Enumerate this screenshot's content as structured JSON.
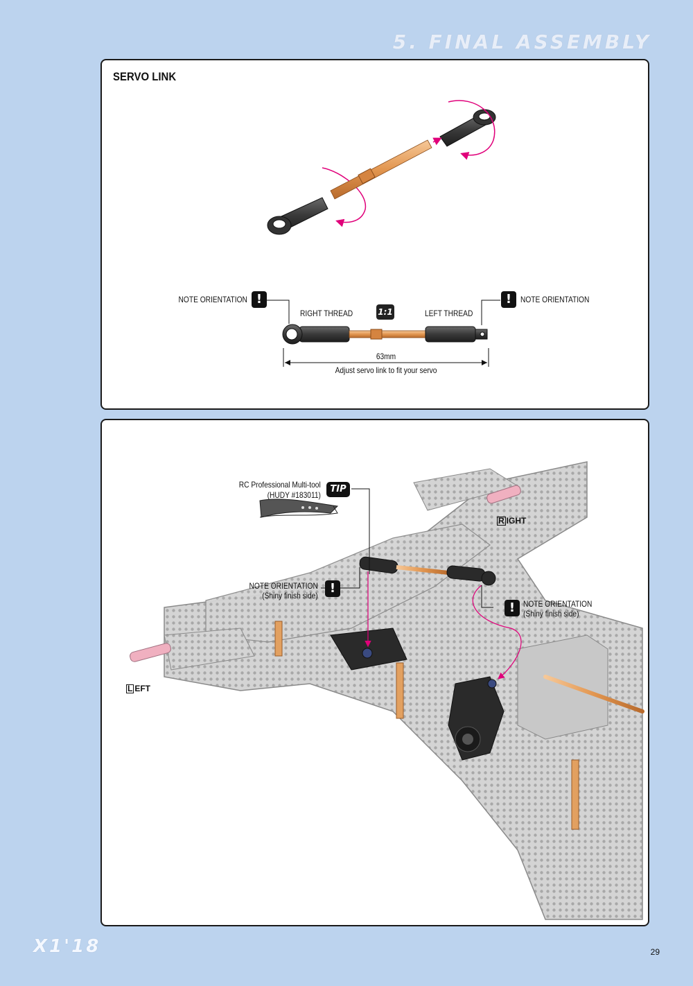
{
  "header": {
    "section_title": "5. FINAL ASSEMBLY"
  },
  "panel1": {
    "title": "SERVO LINK",
    "note_left": "NOTE ORIENTATION",
    "note_right": "NOTE ORIENTATION",
    "right_thread": "RIGHT THREAD",
    "left_thread": "LEFT THREAD",
    "scale_badge": "1:1",
    "length": "63mm",
    "adjust_note": "Adjust servo link to fit your servo"
  },
  "panel2": {
    "tool_name": "RC Professional Multi-tool",
    "tool_part": "(HUDY #183011)",
    "tip_badge": "TIP",
    "note1_title": "NOTE ORIENTATION",
    "note1_sub": "(Shiny finish side)",
    "note2_title": "NOTE ORIENTATION",
    "note2_sub": "(Shiny finish side)",
    "right_cap": "R",
    "right_rest": "IGHT",
    "left_cap": "L",
    "left_rest": "EFT"
  },
  "footer": {
    "logo": "X1'18",
    "page_number": "29"
  },
  "colors": {
    "background": "#bcd3ee",
    "accent_arrow": "#e0007a",
    "copper": "#e8a060",
    "plastic": "#3a3a3a"
  },
  "icons": [
    "exclamation-icon",
    "scale-1-1-icon",
    "tip-icon"
  ]
}
